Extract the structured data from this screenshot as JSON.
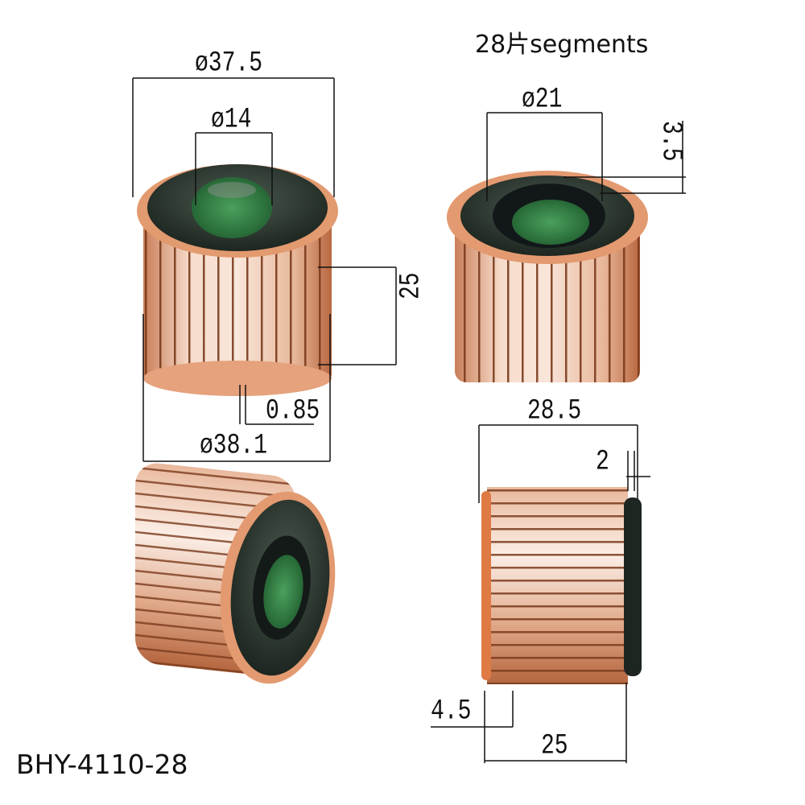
{
  "header": {
    "segments_text": "28片segments"
  },
  "product": {
    "model": "BHY-4110-28"
  },
  "dimensions": {
    "outer_diameter_top": "ø37.5",
    "inner_diameter": "ø14",
    "height_25": "25",
    "gap": "0.85",
    "outer_diameter_bottom": "ø38.1",
    "bore_diameter": "ø21",
    "step_3_5": "3.5",
    "length_28_5": "28.5",
    "lip_2": "2",
    "hook_4_5": "4.5",
    "length_25": "25"
  },
  "colors": {
    "copper": "#d98a5a",
    "copper_light": "#f6ddcc",
    "insulator": "#2a3a2e",
    "core_green": "#3a8a4c"
  }
}
